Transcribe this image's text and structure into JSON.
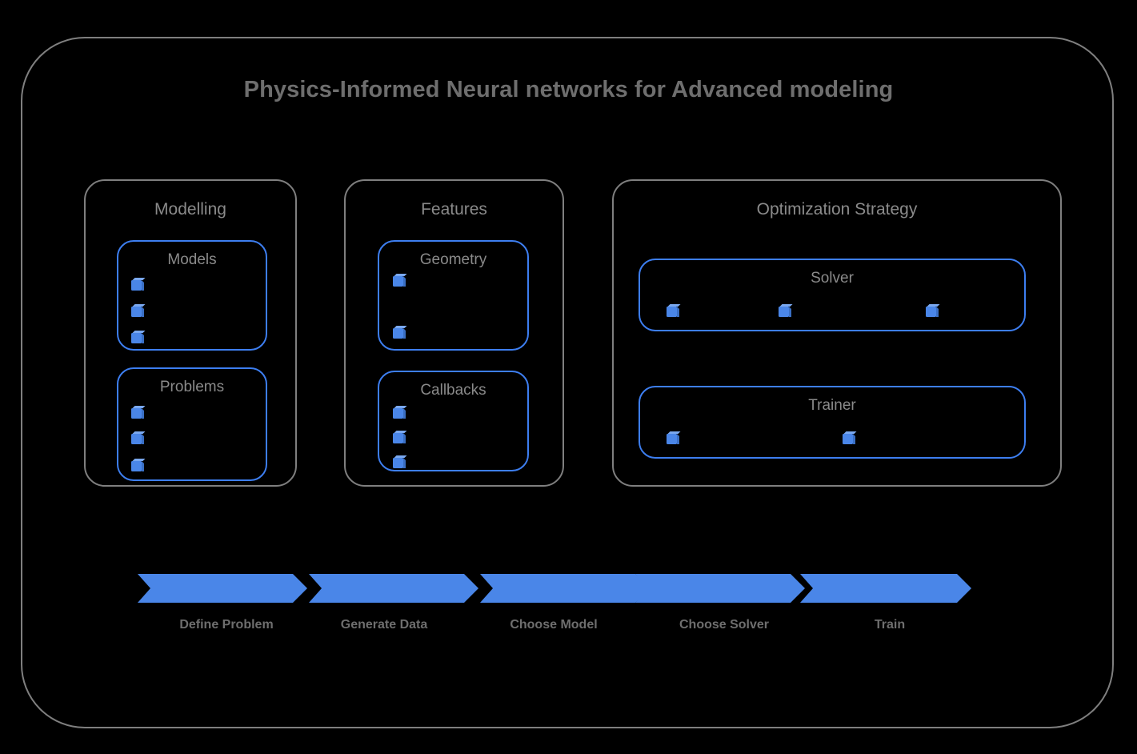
{
  "diagram": {
    "title": "Physics-Informed Neural networks for Advanced modeling",
    "accent_blue": "#4a86e8",
    "card_border_blue": "#3d7ef0",
    "frame_gray": "#7f7f7f",
    "text_gray": "#6e6e6e",
    "background": "#000000"
  },
  "groups": [
    {
      "id": "modelling",
      "label": "Modelling",
      "cards": [
        {
          "id": "models",
          "label": "Models",
          "bullet_count": 3,
          "bullet_layout": "vertical"
        },
        {
          "id": "problems",
          "label": "Problems",
          "bullet_count": 3,
          "bullet_layout": "vertical"
        }
      ]
    },
    {
      "id": "features",
      "label": "Features",
      "cards": [
        {
          "id": "geometry",
          "label": "Geometry",
          "bullet_count": 2,
          "bullet_layout": "vertical"
        },
        {
          "id": "callbacks",
          "label": "Callbacks",
          "bullet_count": 3,
          "bullet_layout": "vertical"
        }
      ]
    },
    {
      "id": "optimization",
      "label": "Optimization Strategy",
      "cards": [
        {
          "id": "solver",
          "label": "Solver",
          "bullet_count": 3,
          "bullet_layout": "horizontal"
        },
        {
          "id": "trainer",
          "label": "Trainer",
          "bullet_count": 2,
          "bullet_layout": "horizontal"
        }
      ]
    }
  ],
  "flow": {
    "steps": [
      {
        "label": "Define Problem"
      },
      {
        "label": "Generate Data"
      },
      {
        "label": "Choose Model"
      },
      {
        "label": "Choose Solver"
      },
      {
        "label": "Train"
      }
    ]
  }
}
